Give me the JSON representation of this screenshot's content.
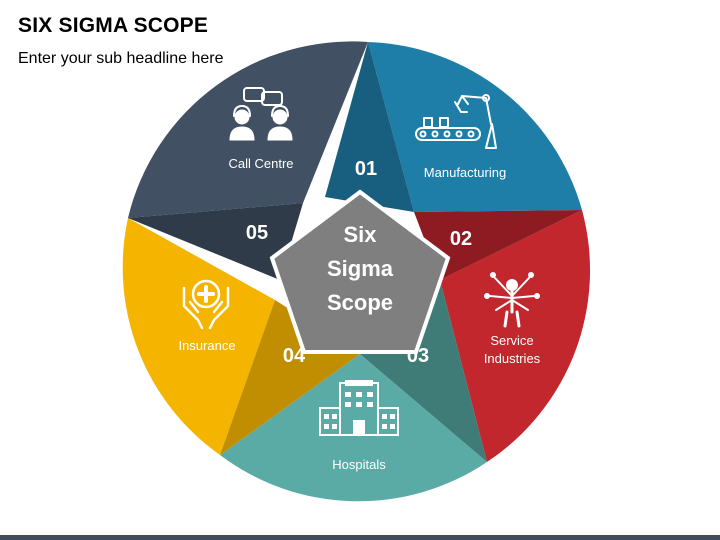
{
  "header": {
    "title": "SIX SIGMA SCOPE",
    "subtitle": "Enter your sub headline here"
  },
  "center": {
    "lines": [
      "Six",
      "Sigma",
      "Scope"
    ],
    "color": "#7f7f7f"
  },
  "segments": [
    {
      "number": "01",
      "label_lines": [
        "Manufacturing"
      ],
      "icon": "robotic-arm-conveyor-icon",
      "color": "#1f7ea8",
      "accent": "#185e7f"
    },
    {
      "number": "02",
      "label_lines": [
        "Service",
        "Industries"
      ],
      "icon": "multitasking-person-icon",
      "color": "#c1272d",
      "accent": "#8e1b21"
    },
    {
      "number": "03",
      "label_lines": [
        "Hospitals"
      ],
      "icon": "hospital-building-icon",
      "color": "#5aaba5",
      "accent": "#3f7c78"
    },
    {
      "number": "04",
      "label_lines": [
        "Insurance"
      ],
      "icon": "hands-medical-cross-icon",
      "color": "#f5b400",
      "accent": "#c08e00"
    },
    {
      "number": "05",
      "label_lines": [
        "Call Centre"
      ],
      "icon": "call-centre-agents-icon",
      "color": "#415062",
      "accent": "#2f3b49"
    }
  ]
}
